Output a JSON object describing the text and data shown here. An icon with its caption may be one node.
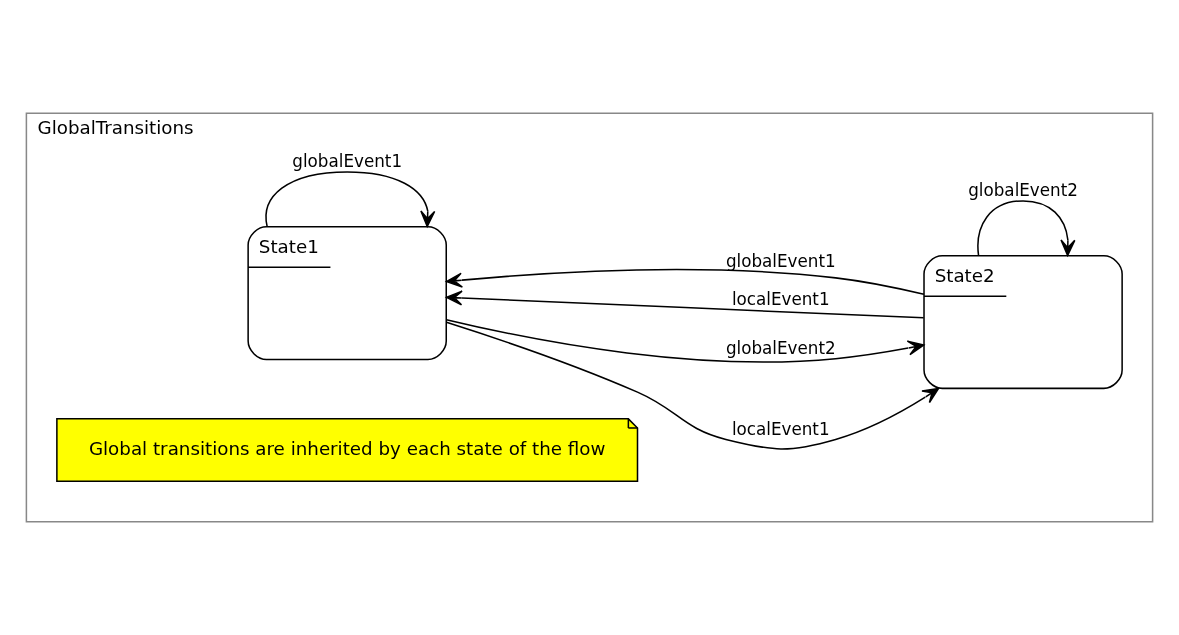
{
  "diagram": {
    "nodes": [
      {
        "text": [
          "GlobalTransitions"
        ]
      },
      {
        "text": [
          "State1"
        ],
        "in": 0
      },
      {
        "text": [
          "State2"
        ],
        "in": 0
      },
      {
        "text": [
          "Global transitions are inherited by each state of the flow"
        ],
        "in": 0
      }
    ],
    "edges": [
      {
        "from": 1,
        "to": 2,
        "arrow": "to",
        "label": "localEvent1"
      },
      {
        "from": 1,
        "to": 2,
        "arrow": "to",
        "label": "globalEvent2"
      },
      {
        "from": 2,
        "to": 1,
        "arrow": "to",
        "label": "localEvent1"
      },
      {
        "from": 2,
        "to": 1,
        "arrow": "to",
        "label": "globalEvent1"
      },
      {
        "from": 1,
        "to": 1,
        "arrow": "to",
        "label": "globalEvent1"
      },
      {
        "from": 2,
        "to": 2,
        "arrow": "to",
        "label": "globalEvent2"
      }
    ]
  }
}
